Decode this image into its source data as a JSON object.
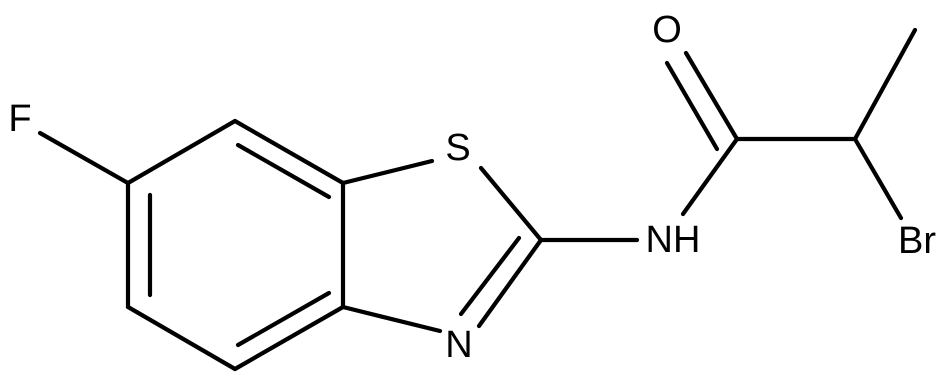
{
  "molecule": {
    "atoms": {
      "fluorine": "F",
      "sulfur": "S",
      "nitrogen_ring": "N",
      "amide_nh": "NH",
      "oxygen": "O",
      "bromine": "Br"
    },
    "colors": {
      "bond": "#000000",
      "label": "#000000",
      "background": "#ffffff"
    }
  }
}
